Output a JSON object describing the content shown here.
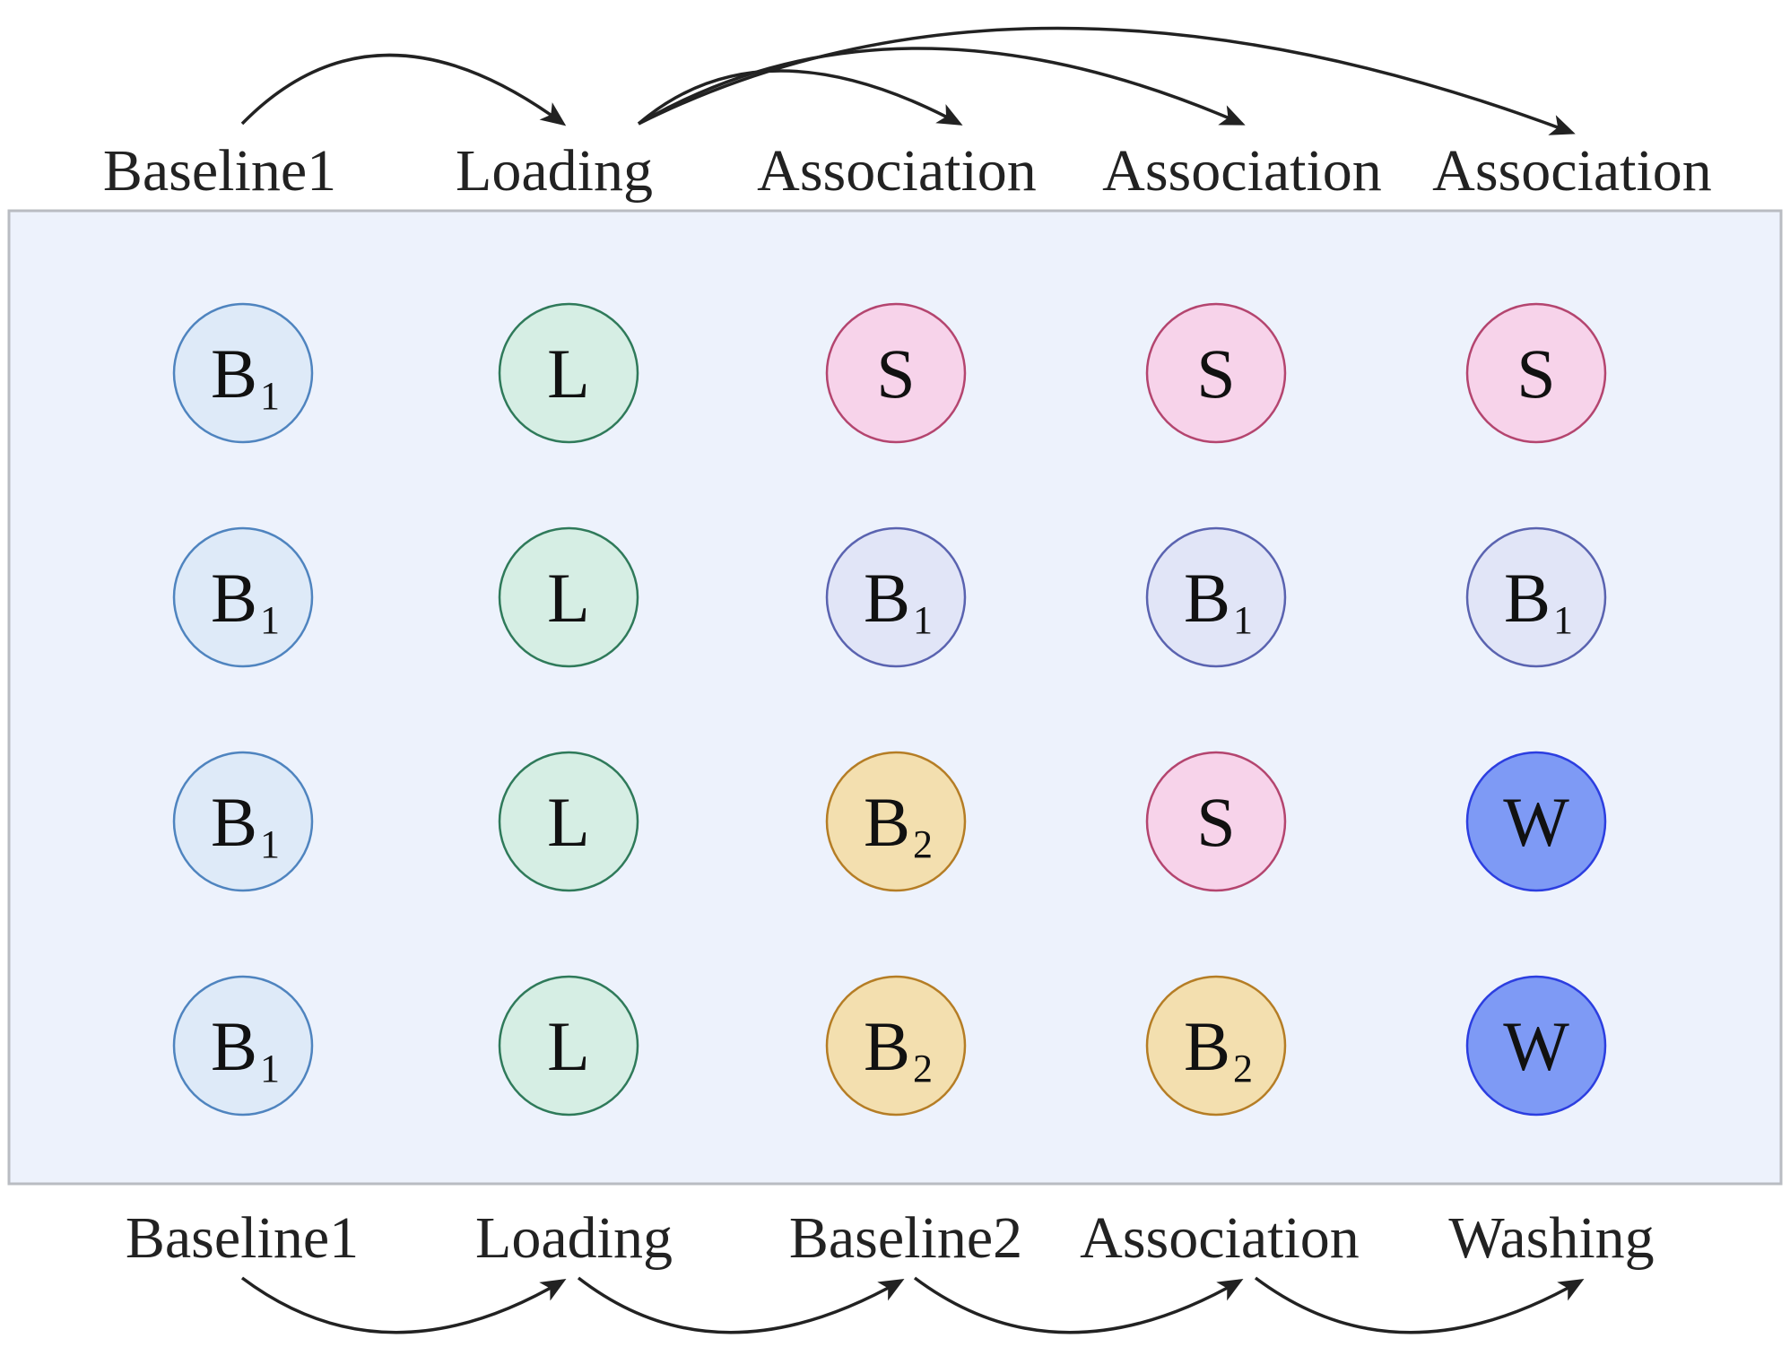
{
  "top_labels": [
    "Baseline1",
    "Loading",
    "Association",
    "Association",
    "Association"
  ],
  "bottom_labels": [
    "Baseline1",
    "Loading",
    "Baseline2",
    "Association",
    "Washing"
  ],
  "panel": {
    "fill": "#edf2fc",
    "stroke": "#b9bcc2"
  },
  "node_styles": {
    "B1": {
      "letter": "B",
      "sub": "1",
      "fill": "#deeaf8",
      "stroke": "#4f84bf"
    },
    "L": {
      "letter": "L",
      "sub": "",
      "fill": "#d6eee4",
      "stroke": "#2f7a5a"
    },
    "S": {
      "letter": "S",
      "sub": "",
      "fill": "#f7d3ea",
      "stroke": "#b4456f"
    },
    "B1a": {
      "letter": "B",
      "sub": "1",
      "fill": "#e1e5f7",
      "stroke": "#5a63b0"
    },
    "B2": {
      "letter": "B",
      "sub": "2",
      "fill": "#f3dfaf",
      "stroke": "#b57d25"
    },
    "W": {
      "letter": "W",
      "sub": "",
      "fill": "#7e9af5",
      "stroke": "#2c3ee0"
    }
  },
  "grid": [
    [
      "B1",
      "L",
      "S",
      "S",
      "S"
    ],
    [
      "B1",
      "L",
      "B1a",
      "B1a",
      "B1a"
    ],
    [
      "B1",
      "L",
      "B2",
      "S",
      "W"
    ],
    [
      "B1",
      "L",
      "B2",
      "B2",
      "W"
    ]
  ],
  "arrow_color": "#222222"
}
